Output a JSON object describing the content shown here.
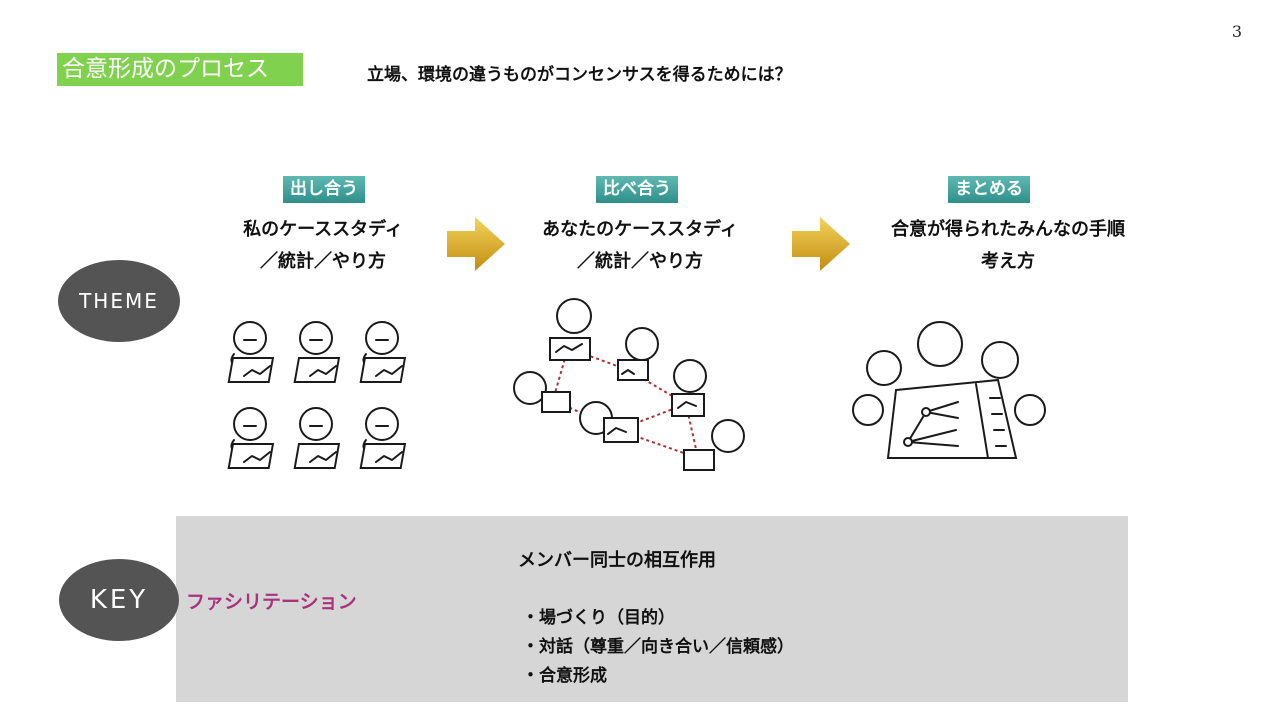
{
  "page_number": "3",
  "title": "合意形成のプロセス",
  "subtitle": "立場、環境の違うものがコンセンサスを得るためには？",
  "theme_label": "THEME",
  "key_label": "KEY",
  "steps": [
    {
      "badge": "出し合う",
      "line1": "私のケーススタディ",
      "line2": "／統計／やり方",
      "illustration": "six-people-each-with-own-chart"
    },
    {
      "badge": "比べ合う",
      "line1": "あなたのケーススタディ",
      "line2": "／統計／やり方",
      "illustration": "people-comparing-connected-charts"
    },
    {
      "badge": "まとめる",
      "line1": "合意が得られたみんなの手順",
      "line2": "考え方",
      "illustration": "group-around-shared-chart"
    }
  ],
  "colors": {
    "title_bg": "#7fd14e",
    "badge": "#3a9b94",
    "arrow": "#d4a21c",
    "ellipse": "#545454",
    "key_label": "#a8337d",
    "key_panel": "#d6d6d6"
  },
  "key": {
    "label": "ファシリテーション",
    "heading": "メンバー同士の相互作用",
    "items": [
      "・場づくり（目的）",
      "・対話（尊重／向き合い／信頼感）",
      "・合意形成"
    ]
  }
}
